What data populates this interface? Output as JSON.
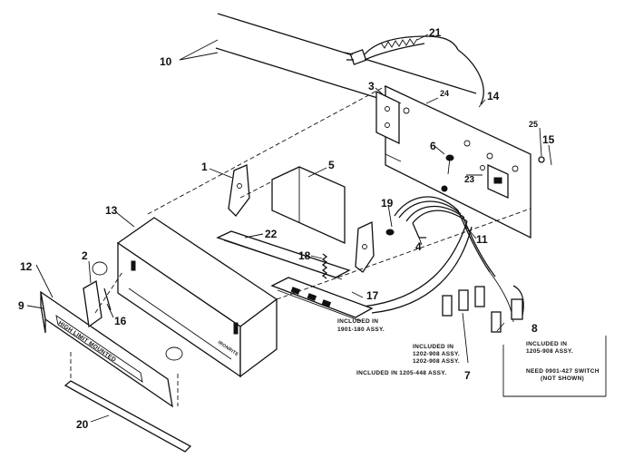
{
  "callouts": {
    "n1": "1",
    "n2": "2",
    "n3": "3",
    "n4": "4",
    "n5": "5",
    "n6": "6",
    "n7": "7",
    "n8": "8",
    "n9": "9",
    "n10": "10",
    "n11": "11",
    "n12": "12",
    "n13": "13",
    "n14": "14",
    "n15": "15",
    "n16": "16",
    "n17": "17",
    "n18": "18",
    "n19": "19",
    "n20": "20",
    "n21": "21",
    "n22": "22",
    "n23": "23",
    "n24": "24",
    "n25": "25"
  },
  "notes": {
    "included_1901": [
      "INCLUDED IN",
      "1901-180 ASSY."
    ],
    "included_1205": [
      "INCLUDED IN",
      "1205-908 ASSY."
    ],
    "included_1202": [
      "INCLUDED IN",
      "1202-908 ASSY.",
      "1202-908 ASSY."
    ],
    "included_1205_448": "INCLUDED IN 1205-448 ASSY.",
    "need_0901": [
      "NEED 0901-427 SWITCH",
      "(NOT SHOWN)"
    ]
  },
  "panel_label": "HIGH LIMIT   MOUNTED",
  "housing_mark": "IRONRITE"
}
